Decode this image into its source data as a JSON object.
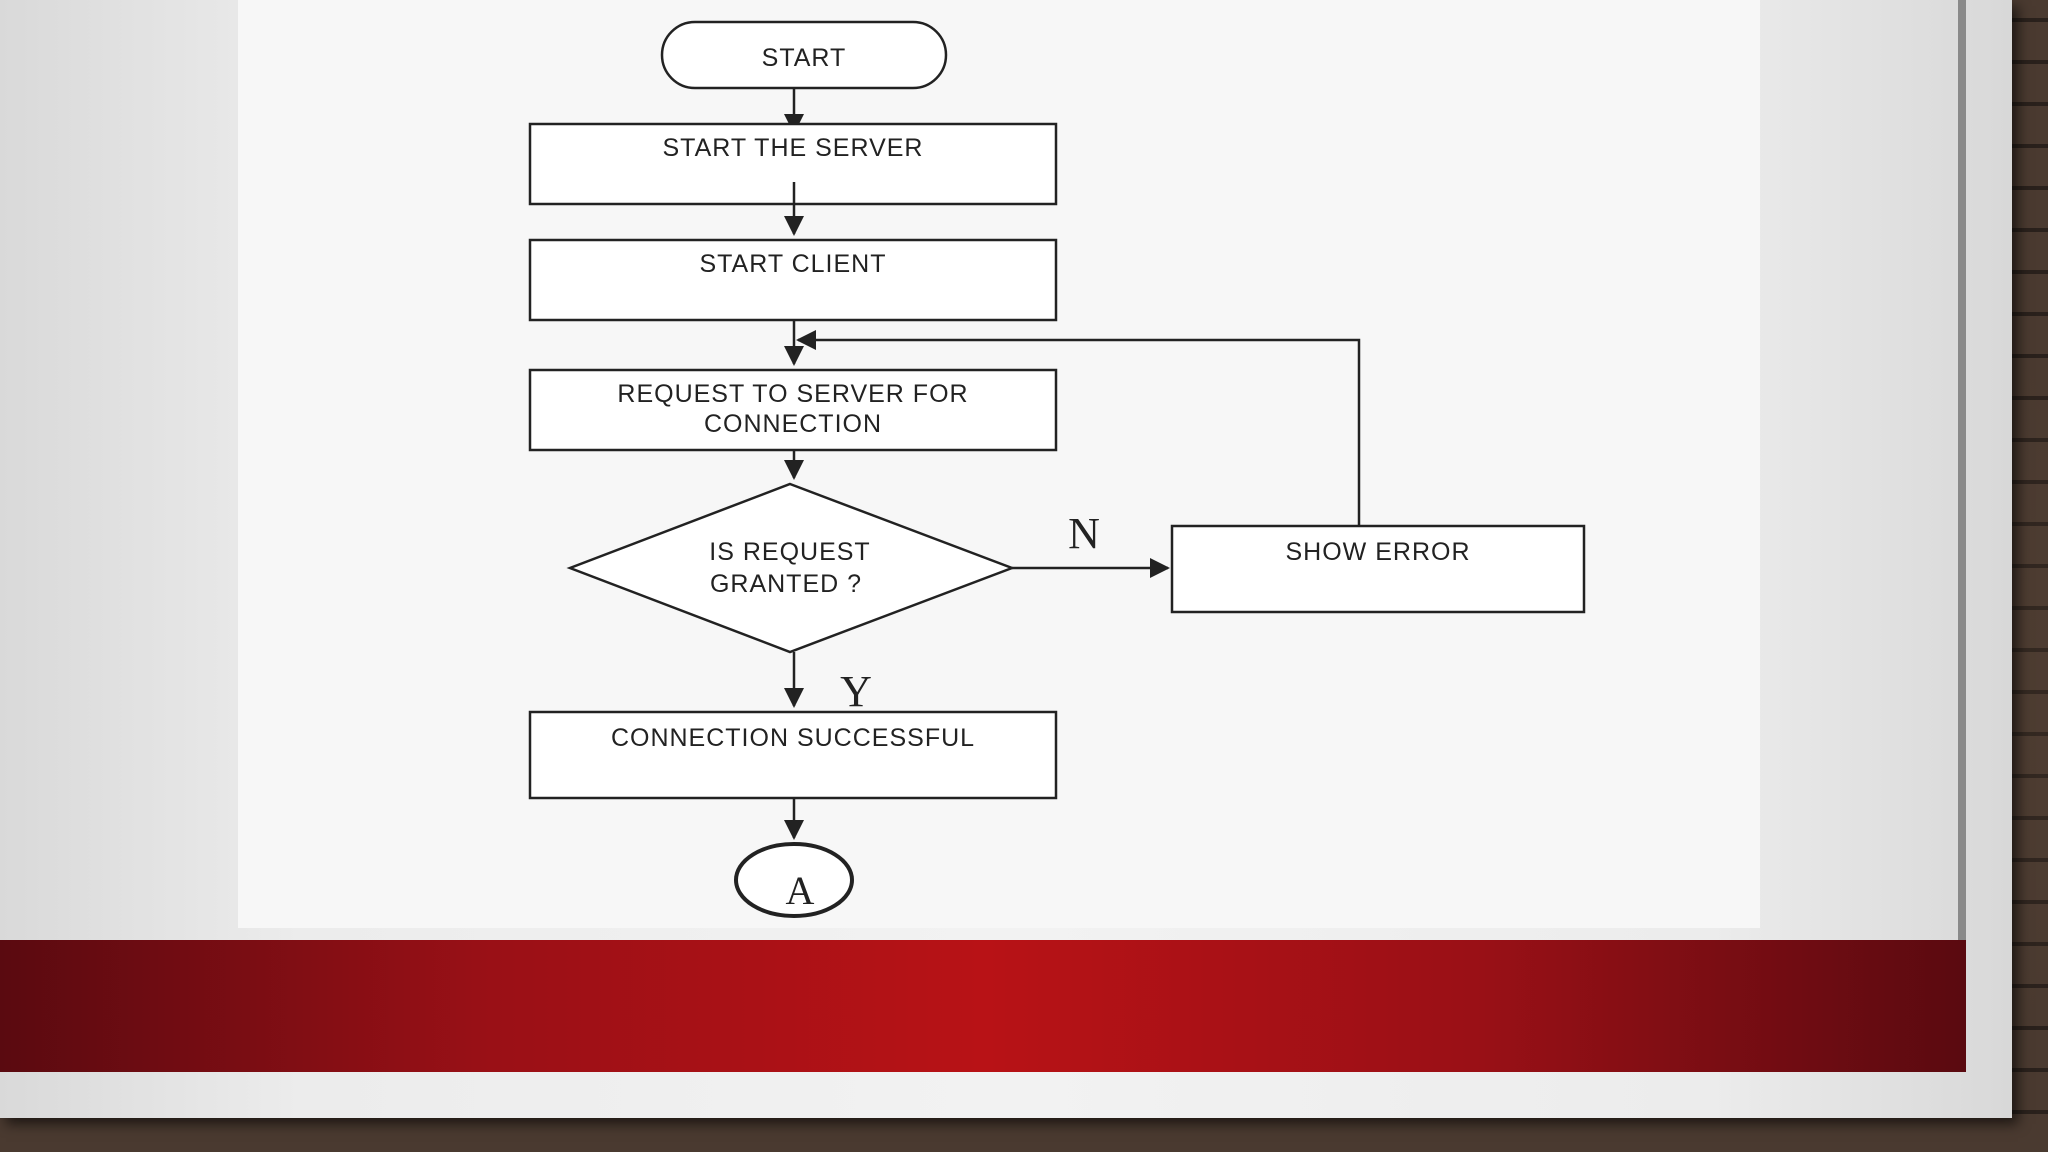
{
  "flowchart": {
    "start": "START",
    "start_server": "START THE SERVER",
    "start_client": "START CLIENT",
    "request_line1": "REQUEST TO SERVER FOR",
    "request_line2": "CONNECTION",
    "decision_line1": "IS  REQUEST",
    "decision_line2": "GRANTED ?",
    "no_label": "N",
    "yes_label": "Y",
    "show_error": "SHOW ERROR",
    "connection_successful": "CONNECTION SUCCESSFUL",
    "connector": "A"
  }
}
